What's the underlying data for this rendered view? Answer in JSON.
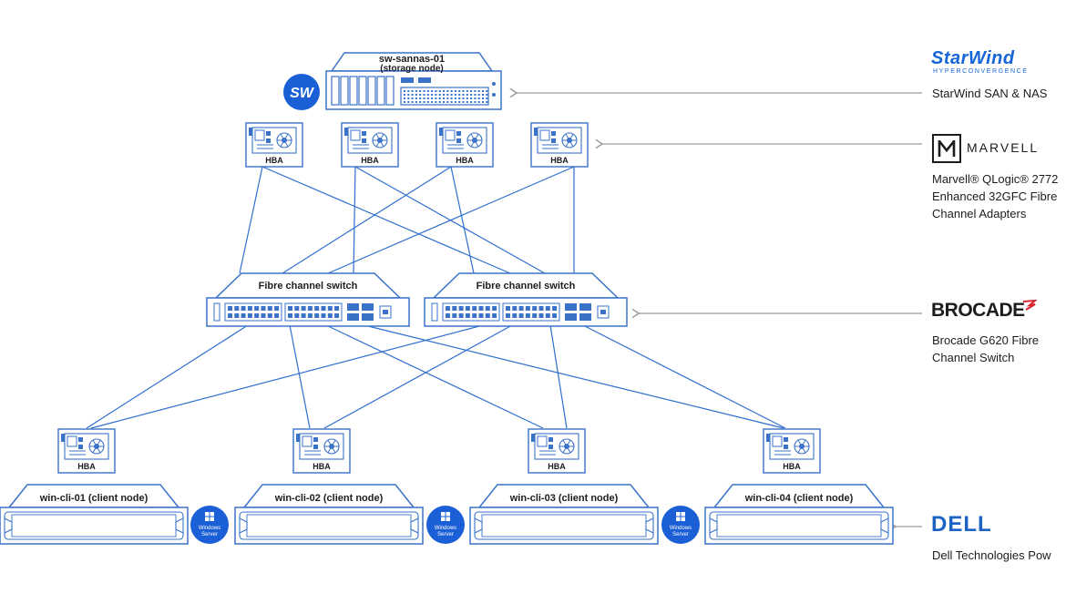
{
  "colors": {
    "line": "#2f6fcf",
    "device_stroke": "#3a72c8",
    "device_fill": "#ffffff",
    "badge": "#1b5fd6",
    "arrow": "#9a9a9a",
    "text": "#1d1d1f"
  },
  "storage": {
    "title_line1": "sw-sannas-01",
    "title_line2": "(storage node)",
    "badge": "SW"
  },
  "hba_label": "HBA",
  "switches": [
    {
      "label": "Fibre channel switch"
    },
    {
      "label": "Fibre channel switch"
    }
  ],
  "clients": [
    {
      "label": "win-cli-01 (client node)"
    },
    {
      "label": "win-cli-02 (client node)"
    },
    {
      "label": "win-cli-03 (client node)"
    },
    {
      "label": "win-cli-04 (client node)"
    }
  ],
  "windows_badge": {
    "line1": "Windows",
    "line2": "Server"
  },
  "legend": {
    "starwind": {
      "logo": "StarWind",
      "logo_sub": "HYPERCONVERGENCE",
      "text": "StarWind SAN & NAS"
    },
    "marvell": {
      "logo": "MARVELL",
      "line1": "Marvell® QLogic® 2772",
      "line2": "Enhanced 32GFC Fibre",
      "line3": "Channel Adapters"
    },
    "brocade": {
      "logo": "BROCADE",
      "line1": "Brocade G620 Fibre",
      "line2": "Channel Switch"
    },
    "dell": {
      "logo": "DELL",
      "text": "Dell Technologies Pow"
    }
  }
}
